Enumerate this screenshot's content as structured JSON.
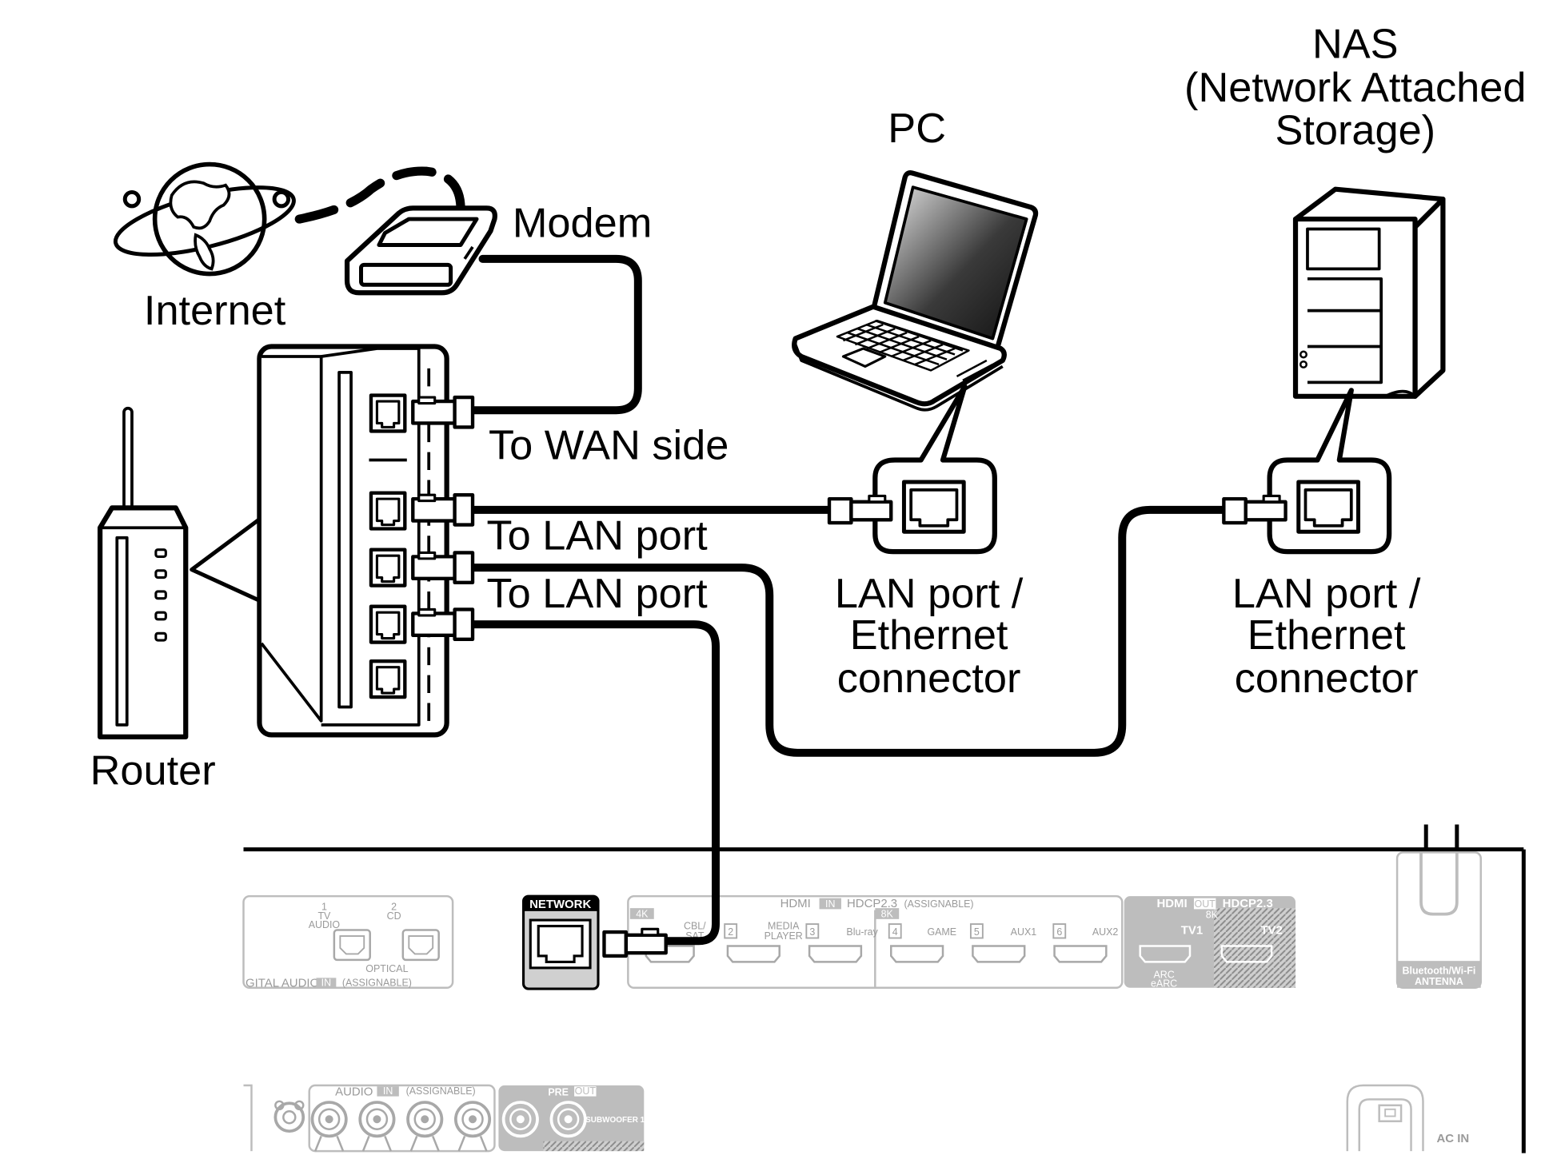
{
  "labels": {
    "nas_line1": "NAS",
    "nas_line2": "(Network Attached",
    "nas_line3": "Storage)",
    "pc": "PC",
    "modem": "Modem",
    "internet": "Internet",
    "router": "Router",
    "to_wan": "To WAN side",
    "to_lan_1": "To LAN port",
    "to_lan_2": "To LAN port",
    "pc_port_line1": "LAN port /",
    "pc_port_line2": "Ethernet",
    "pc_port_line3": "connector",
    "nas_port_line1": "LAN port /",
    "nas_port_line2": "Ethernet",
    "nas_port_line3": "connector"
  },
  "panel": {
    "network": "NETWORK",
    "digital_audio": "GITAL AUDIO",
    "in": "IN",
    "assignable": "(ASSIGNABLE)",
    "optical": "OPTICAL",
    "opt1_num": "1",
    "opt1_name": "TV",
    "opt1_sub": "AUDIO",
    "opt2_num": "2",
    "opt2_name": "CD",
    "hdmi": "HDMI",
    "hdcp": "HDCP2.3",
    "k4": "4K",
    "k8": "8K",
    "cbl": "CBL/",
    "sat": "SAT",
    "in2": "2",
    "media": "MEDIA",
    "player": "PLAYER",
    "in3": "3",
    "bluray": "Blu-ray",
    "in4": "4",
    "game": "GAME",
    "in5": "5",
    "aux1": "AUX1",
    "in6": "6",
    "aux2": "AUX2",
    "out": "OUT",
    "tv1": "TV1",
    "tv2": "TV2",
    "arc": "ARC",
    "earc": "eARC",
    "antenna1": "Bluetooth/Wi-Fi",
    "antenna2": "ANTENNA",
    "audio": "AUDIO",
    "pre": "PRE",
    "subwoofer": "SUBWOOFER 1",
    "ac_in": "AC IN"
  }
}
